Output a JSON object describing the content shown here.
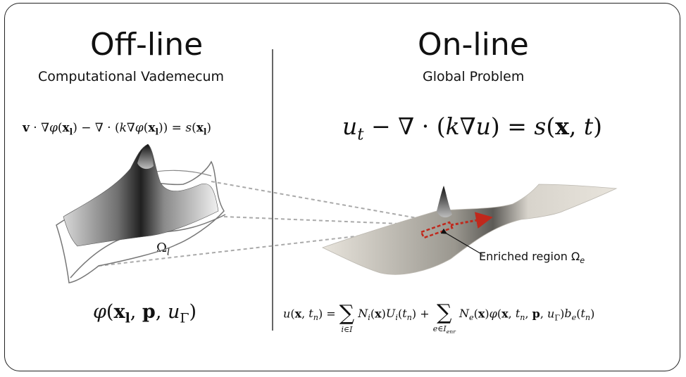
{
  "offline": {
    "title": "Off-line",
    "subtitle": "Computational Vademecum",
    "equation": "v · ∇φ(xl) − ∇ · (k∇φ(xl)) = s(xl)",
    "domain_label": "Ωl",
    "solution": "φ(xl, p, uΓ)"
  },
  "online": {
    "title": "On-line",
    "subtitle": "Global Problem",
    "equation": "ut − ∇ · (k∇u) = s(x, t)",
    "enriched_label": "Enriched region Ωe",
    "expansion": "u(x, tn) = Σ i∈I Ni(x)Ui(tn) + Σ e∈Ienr Ne(x)φ(x, tn, p, uΓ)be(tn)"
  },
  "colors": {
    "frame": "#222222",
    "divider": "#666666",
    "dashed_connector": "#aaaaaa",
    "enriched_marker": "#c0281c",
    "surface_light": "#e8e4dc"
  }
}
